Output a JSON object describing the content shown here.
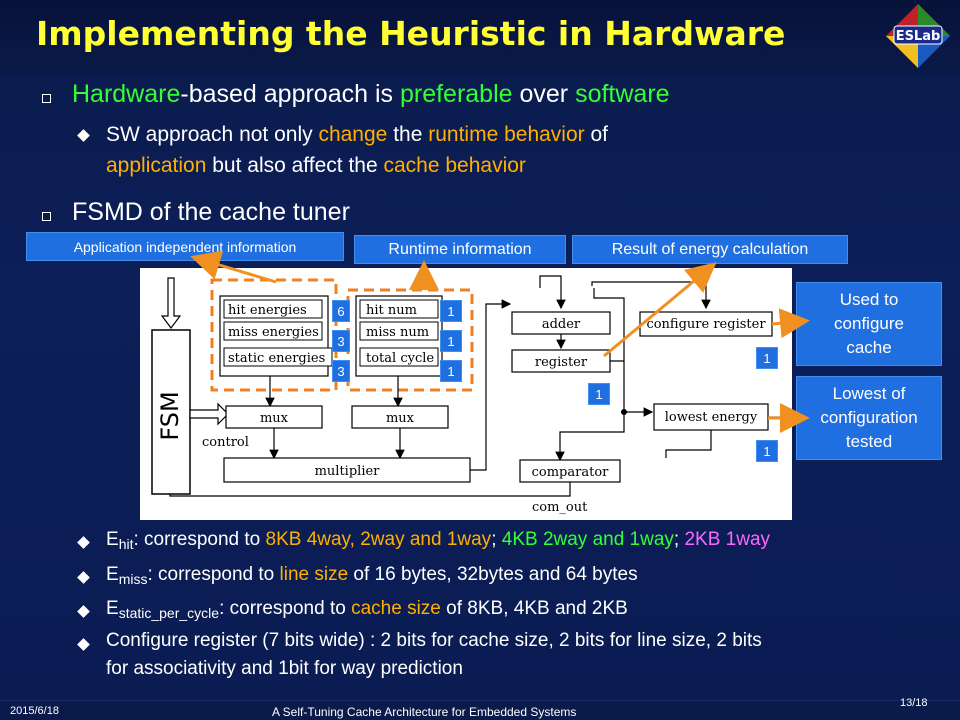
{
  "slide": {
    "title": "Implementing the Heuristic in Hardware",
    "logo_text": "ESLab"
  },
  "bullets": {
    "b1": {
      "parts": [
        "Hardware",
        "-based approach is ",
        "preferable",
        " over ",
        "software"
      ]
    },
    "b1_sub": {
      "parts": [
        "SW approach not only ",
        "change",
        " the ",
        "runtime behavior",
        " of",
        "application",
        " but also affect the ",
        "cache behavior"
      ]
    },
    "b2": {
      "text": "FSMD of the cache tuner"
    }
  },
  "callouts": {
    "app_info": "Application independent information",
    "runtime_info": "Runtime information",
    "energy_result": "Result of energy calculation",
    "used_to_configure": [
      "Used to",
      "configure",
      "cache"
    ],
    "lowest_config": [
      "Lowest of",
      "configuration",
      "tested"
    ]
  },
  "diagram": {
    "blocks": {
      "hit_energies": "hit energies",
      "miss_energies": "miss energies",
      "static_energies": "static energies",
      "hit_num": "hit num",
      "miss_num": "miss num",
      "total_cycle": "total cycle",
      "adder": "adder",
      "register": "register",
      "configure_register": "configure register",
      "lowest_energy": "lowest energy",
      "comparator": "comparator",
      "mux1": "mux",
      "mux2": "mux",
      "multiplier": "multiplier",
      "fsm": "FSM",
      "control": "control",
      "com_out": "com_out"
    },
    "badges": {
      "hit_energies": "6",
      "miss_energies": "3",
      "static_energies": "3",
      "hit_num": "1",
      "miss_num": "1",
      "total_cycle": "1",
      "register": "1",
      "configure_register": "1",
      "lowest_energy": "1"
    }
  },
  "details": {
    "ehit": {
      "label": "E",
      "sub": "hit",
      "parts": [
        ": correspond to ",
        "8KB 4way, 2way and 1way",
        "; ",
        "4KB 2way and 1way",
        "; ",
        "2KB 1way"
      ]
    },
    "emiss": {
      "label": "E",
      "sub": "miss",
      "parts": [
        ": correspond to ",
        "line size",
        " of 16 bytes, 32bytes and 64 bytes"
      ]
    },
    "estatic": {
      "label": "E",
      "sub": "static_per_cycle",
      "parts": [
        ": correspond to ",
        "cache size",
        " of 8KB, 4KB and 2KB"
      ]
    },
    "config": {
      "line1": "Configure register (7 bits wide) : 2 bits for cache size, 2 bits for line size, 2 bits",
      "line2": "for associativity and 1bit for way prediction"
    }
  },
  "footer": {
    "date": "2015/6/18",
    "center": "A Self-Tuning Cache Architecture for Embedded Systems",
    "page": "13/18"
  },
  "colors": {
    "title": "#ffff33",
    "green": "#33ff33",
    "orange": "#ffb000",
    "pink": "#ff66ff",
    "callout": "#1f6fe0",
    "dashed": "#f08020"
  }
}
